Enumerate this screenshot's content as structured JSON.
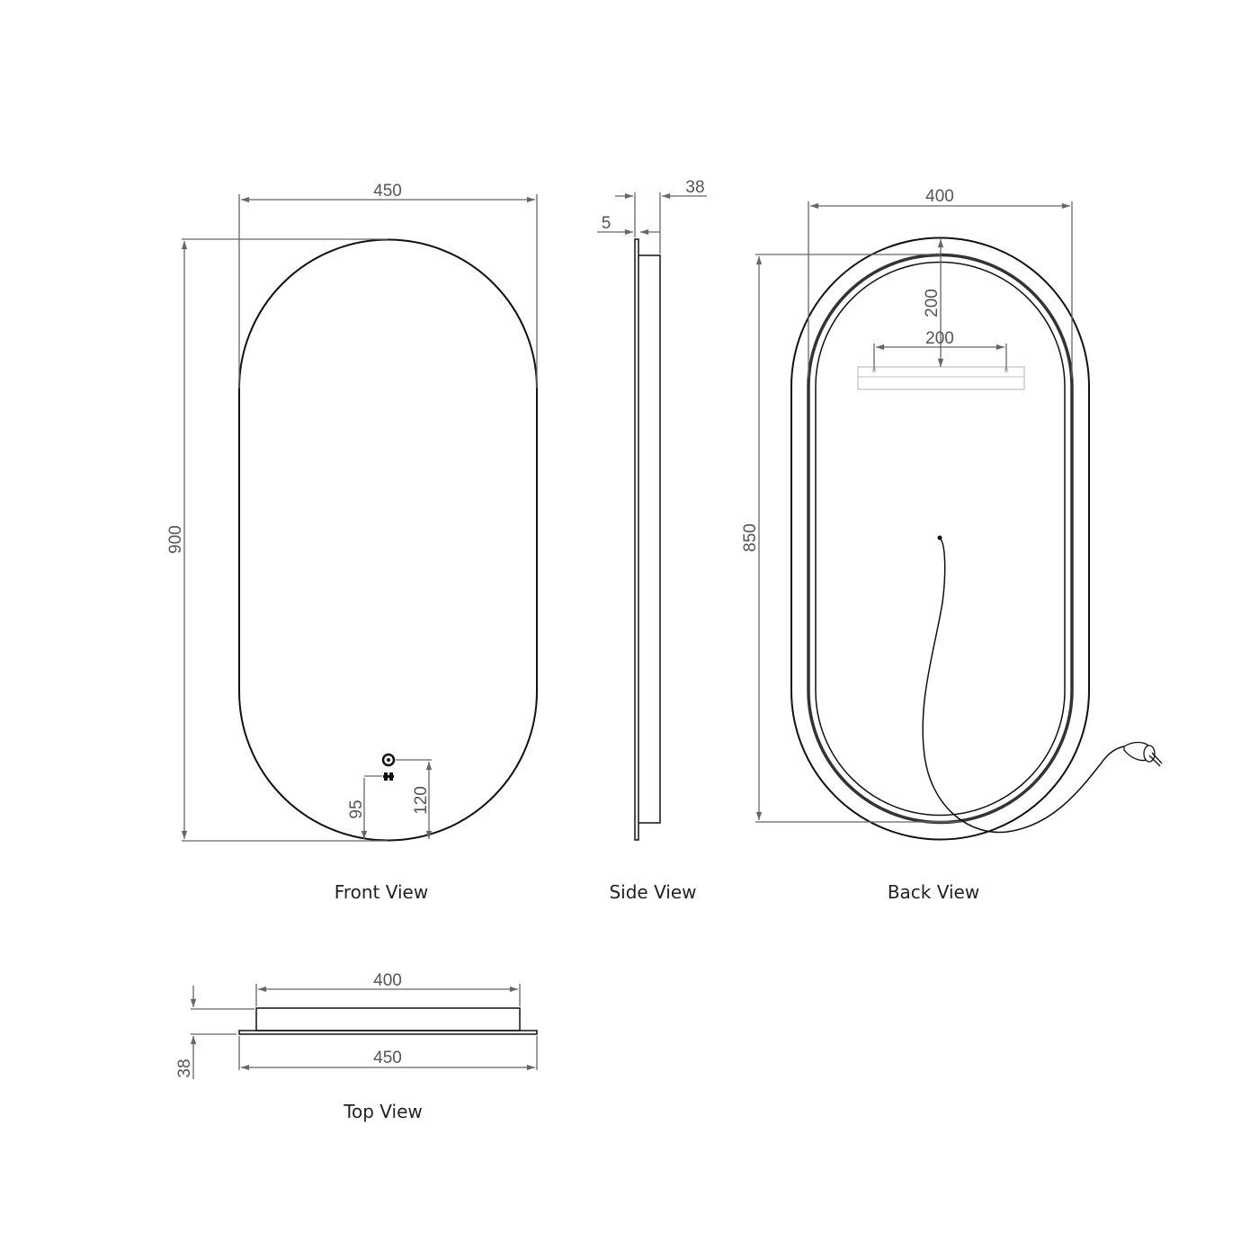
{
  "views": {
    "front": {
      "label": "Front View",
      "dims": {
        "width": "450",
        "height": "900",
        "switch_height_1": "95",
        "switch_height_2": "120"
      },
      "icons": [
        "touch-switch-icon",
        "sensor-icon"
      ]
    },
    "side": {
      "label": "Side View",
      "dims": {
        "glass_thickness": "5",
        "total_depth": "38"
      }
    },
    "back": {
      "label": "Back View",
      "dims": {
        "width": "400",
        "height": "850",
        "bracket_offset": "200",
        "bracket_spacing": "200"
      },
      "icons": [
        "power-plug-icon",
        "power-cord"
      ]
    },
    "top": {
      "label": "Top View",
      "dims": {
        "back_width": "400",
        "front_width": "450",
        "depth": "38"
      }
    }
  },
  "colors": {
    "object_line": "#111111",
    "dimension_line": "#666666",
    "label_text": "#222222",
    "background": "#ffffff"
  }
}
